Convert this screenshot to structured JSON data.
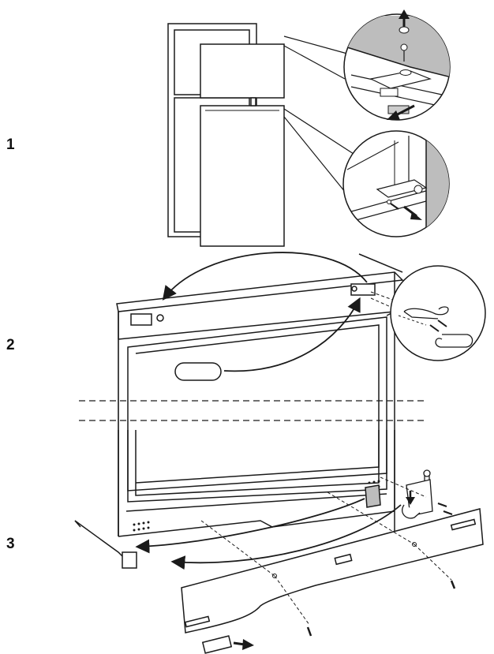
{
  "steps": [
    {
      "label": "1"
    },
    {
      "label": "2"
    },
    {
      "label": "3"
    }
  ],
  "colors": {
    "line": "#1a1a1a",
    "detail_shade": "#bdbdbd",
    "background": "#ffffff"
  },
  "icons": [
    "arrow-up-icon",
    "arrow-right-icon",
    "curved-arrow-icon",
    "screw-icon",
    "hinge-icon"
  ]
}
